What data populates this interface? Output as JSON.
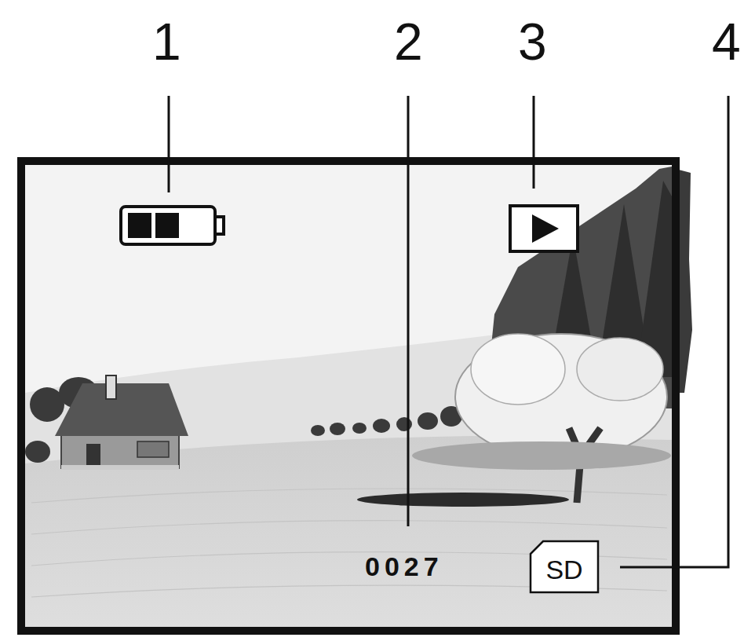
{
  "diagram": {
    "nodes": [
      {
        "text": [
          "SD"
        ]
      }
    ],
    "labels": [
      "1",
      "2",
      "3",
      "4",
      "0027"
    ]
  }
}
